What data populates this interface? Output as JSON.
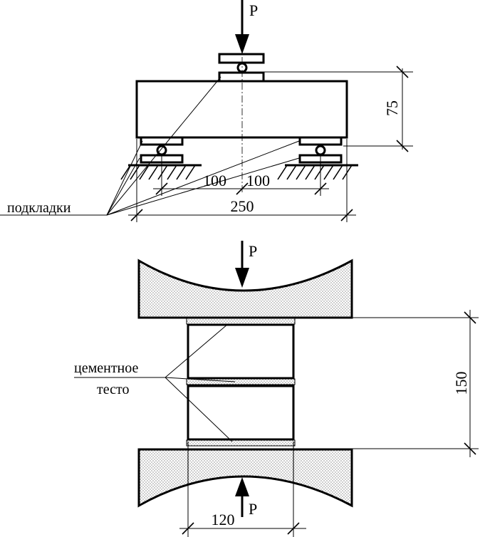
{
  "top_diagram": {
    "load_label": "P",
    "dim_height": "75",
    "dim_left_span": "100",
    "dim_right_span": "100",
    "dim_total_length": "250",
    "pads_label": "подкладки"
  },
  "bottom_diagram": {
    "load_top_label": "P",
    "load_bottom_label": "P",
    "dim_height": "150",
    "dim_width": "120",
    "cement_label_line1": "цементное",
    "cement_label_line2": "тесто"
  }
}
